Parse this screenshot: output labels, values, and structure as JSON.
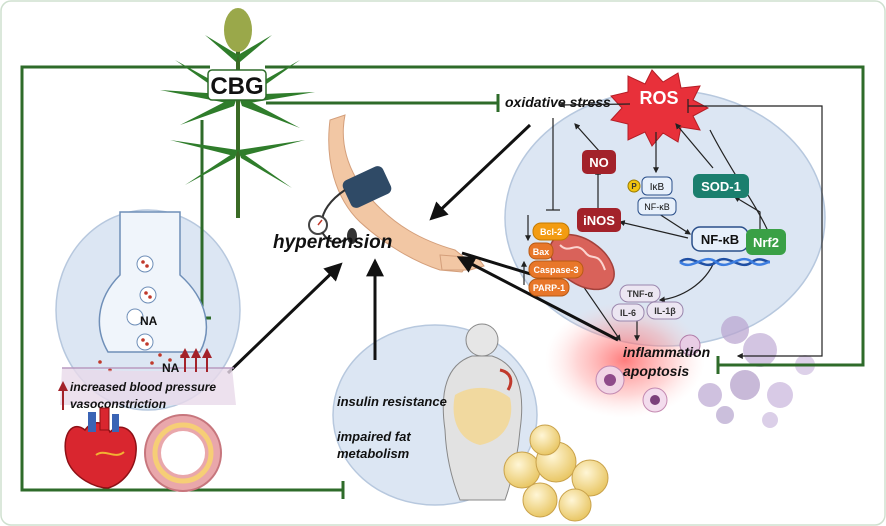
{
  "colors": {
    "green": "#2e6b2a",
    "background": "#ffffff",
    "panel": "#dce6f3",
    "ros": "#e8303a",
    "dark_red": "#a3222a",
    "teal": "#1b7f6e",
    "orange": "#e8772a",
    "nrf2": "#3aa046"
  },
  "labels": {
    "cbg": "CBG",
    "hypertension": "hypertension",
    "oxidative_stress": "oxidative stress",
    "ros": "ROS",
    "no": "NO",
    "inos": "iNOS",
    "p": "P",
    "ikb": "IκB",
    "nfkb_small": "NF-κB",
    "nfkb": "NF-κB",
    "sod1": "SOD-1",
    "nrf2": "Nrf2",
    "bcl2": "Bcl-2",
    "bax": "Bax",
    "caspase3": "Caspase-3",
    "parp1": "PARP-1",
    "tnfa": "TNF-α",
    "il6": "IL-6",
    "il1b": "IL-1β",
    "inflammation": "inflammation",
    "apoptosis": "apoptosis",
    "na_vesicle": "NA",
    "na_released": "NA",
    "increased_bp": "increased blood pressure",
    "vasoconstriction": "vasoconstriction",
    "insulin_resistance": "insulin resistance",
    "impaired_fat_1": "impaired fat",
    "impaired_fat_2": "metabolism"
  },
  "icons": [
    "cannabis-plant-icon",
    "blood-pressure-cuff-icon",
    "neuron-synapse-icon",
    "heart-icon",
    "artery-cross-section-icon",
    "mitochondrion-icon",
    "dna-helix-icon",
    "immune-cells-icon",
    "human-figure-icon",
    "adipocytes-icon"
  ]
}
